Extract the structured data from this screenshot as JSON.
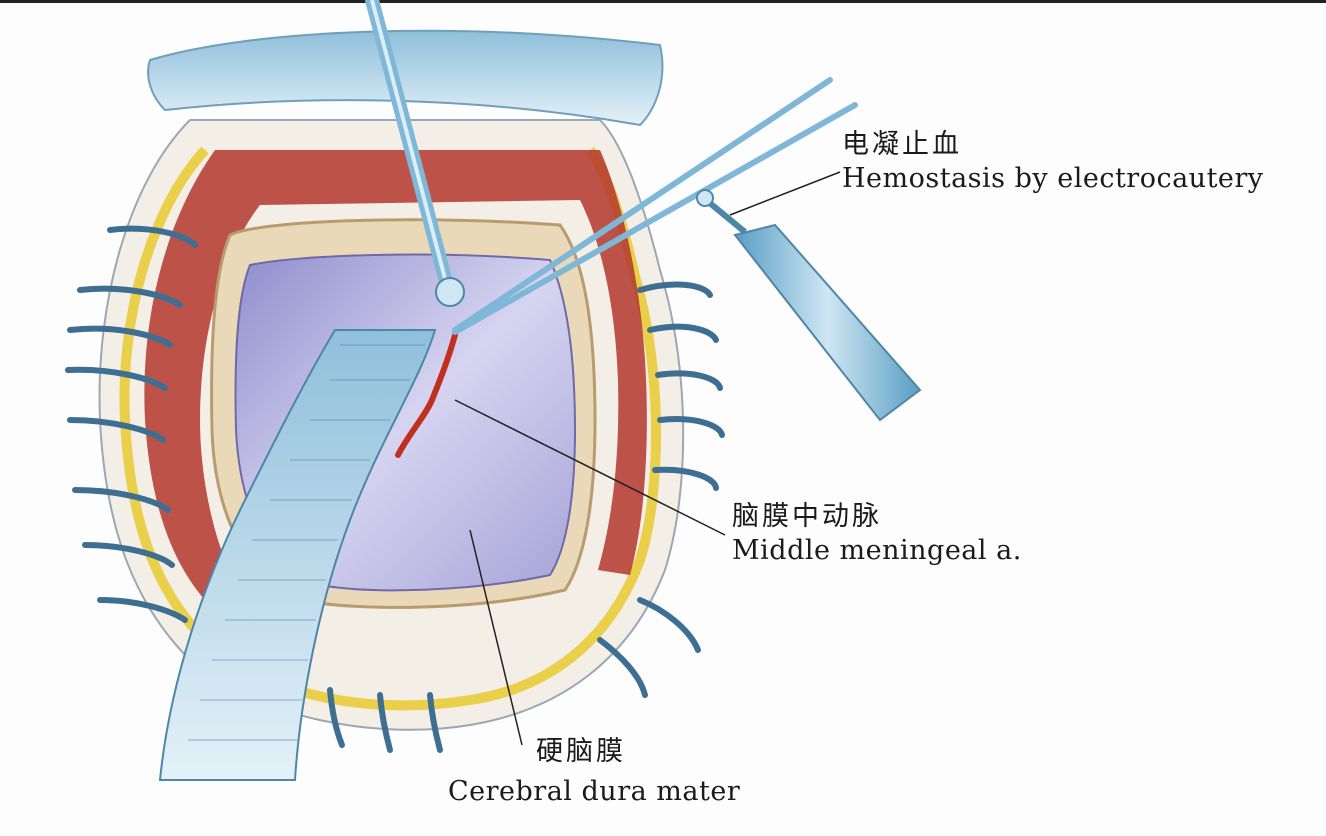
{
  "labels": {
    "hemostasis": {
      "zh": "电凝止血",
      "en": "Hemostasis by electrocautery"
    },
    "meningeal": {
      "zh": "脑膜中动脉",
      "en": "Middle meningeal a."
    },
    "dura": {
      "zh": "硬脑膜",
      "en": "Cerebral dura mater"
    }
  },
  "colors": {
    "dura": "#b9b8e2",
    "muscle": "#b3362c",
    "fat": "#e9cf4a",
    "bone": "#ead9b9",
    "drape": "#a9cce0",
    "instrument": "#7fb8d6",
    "artery": "#c0301f"
  },
  "icons": [
    "retractor-icon",
    "suction-tip-icon",
    "electrocautery-forceps-icon",
    "suture-hooks-icon"
  ]
}
